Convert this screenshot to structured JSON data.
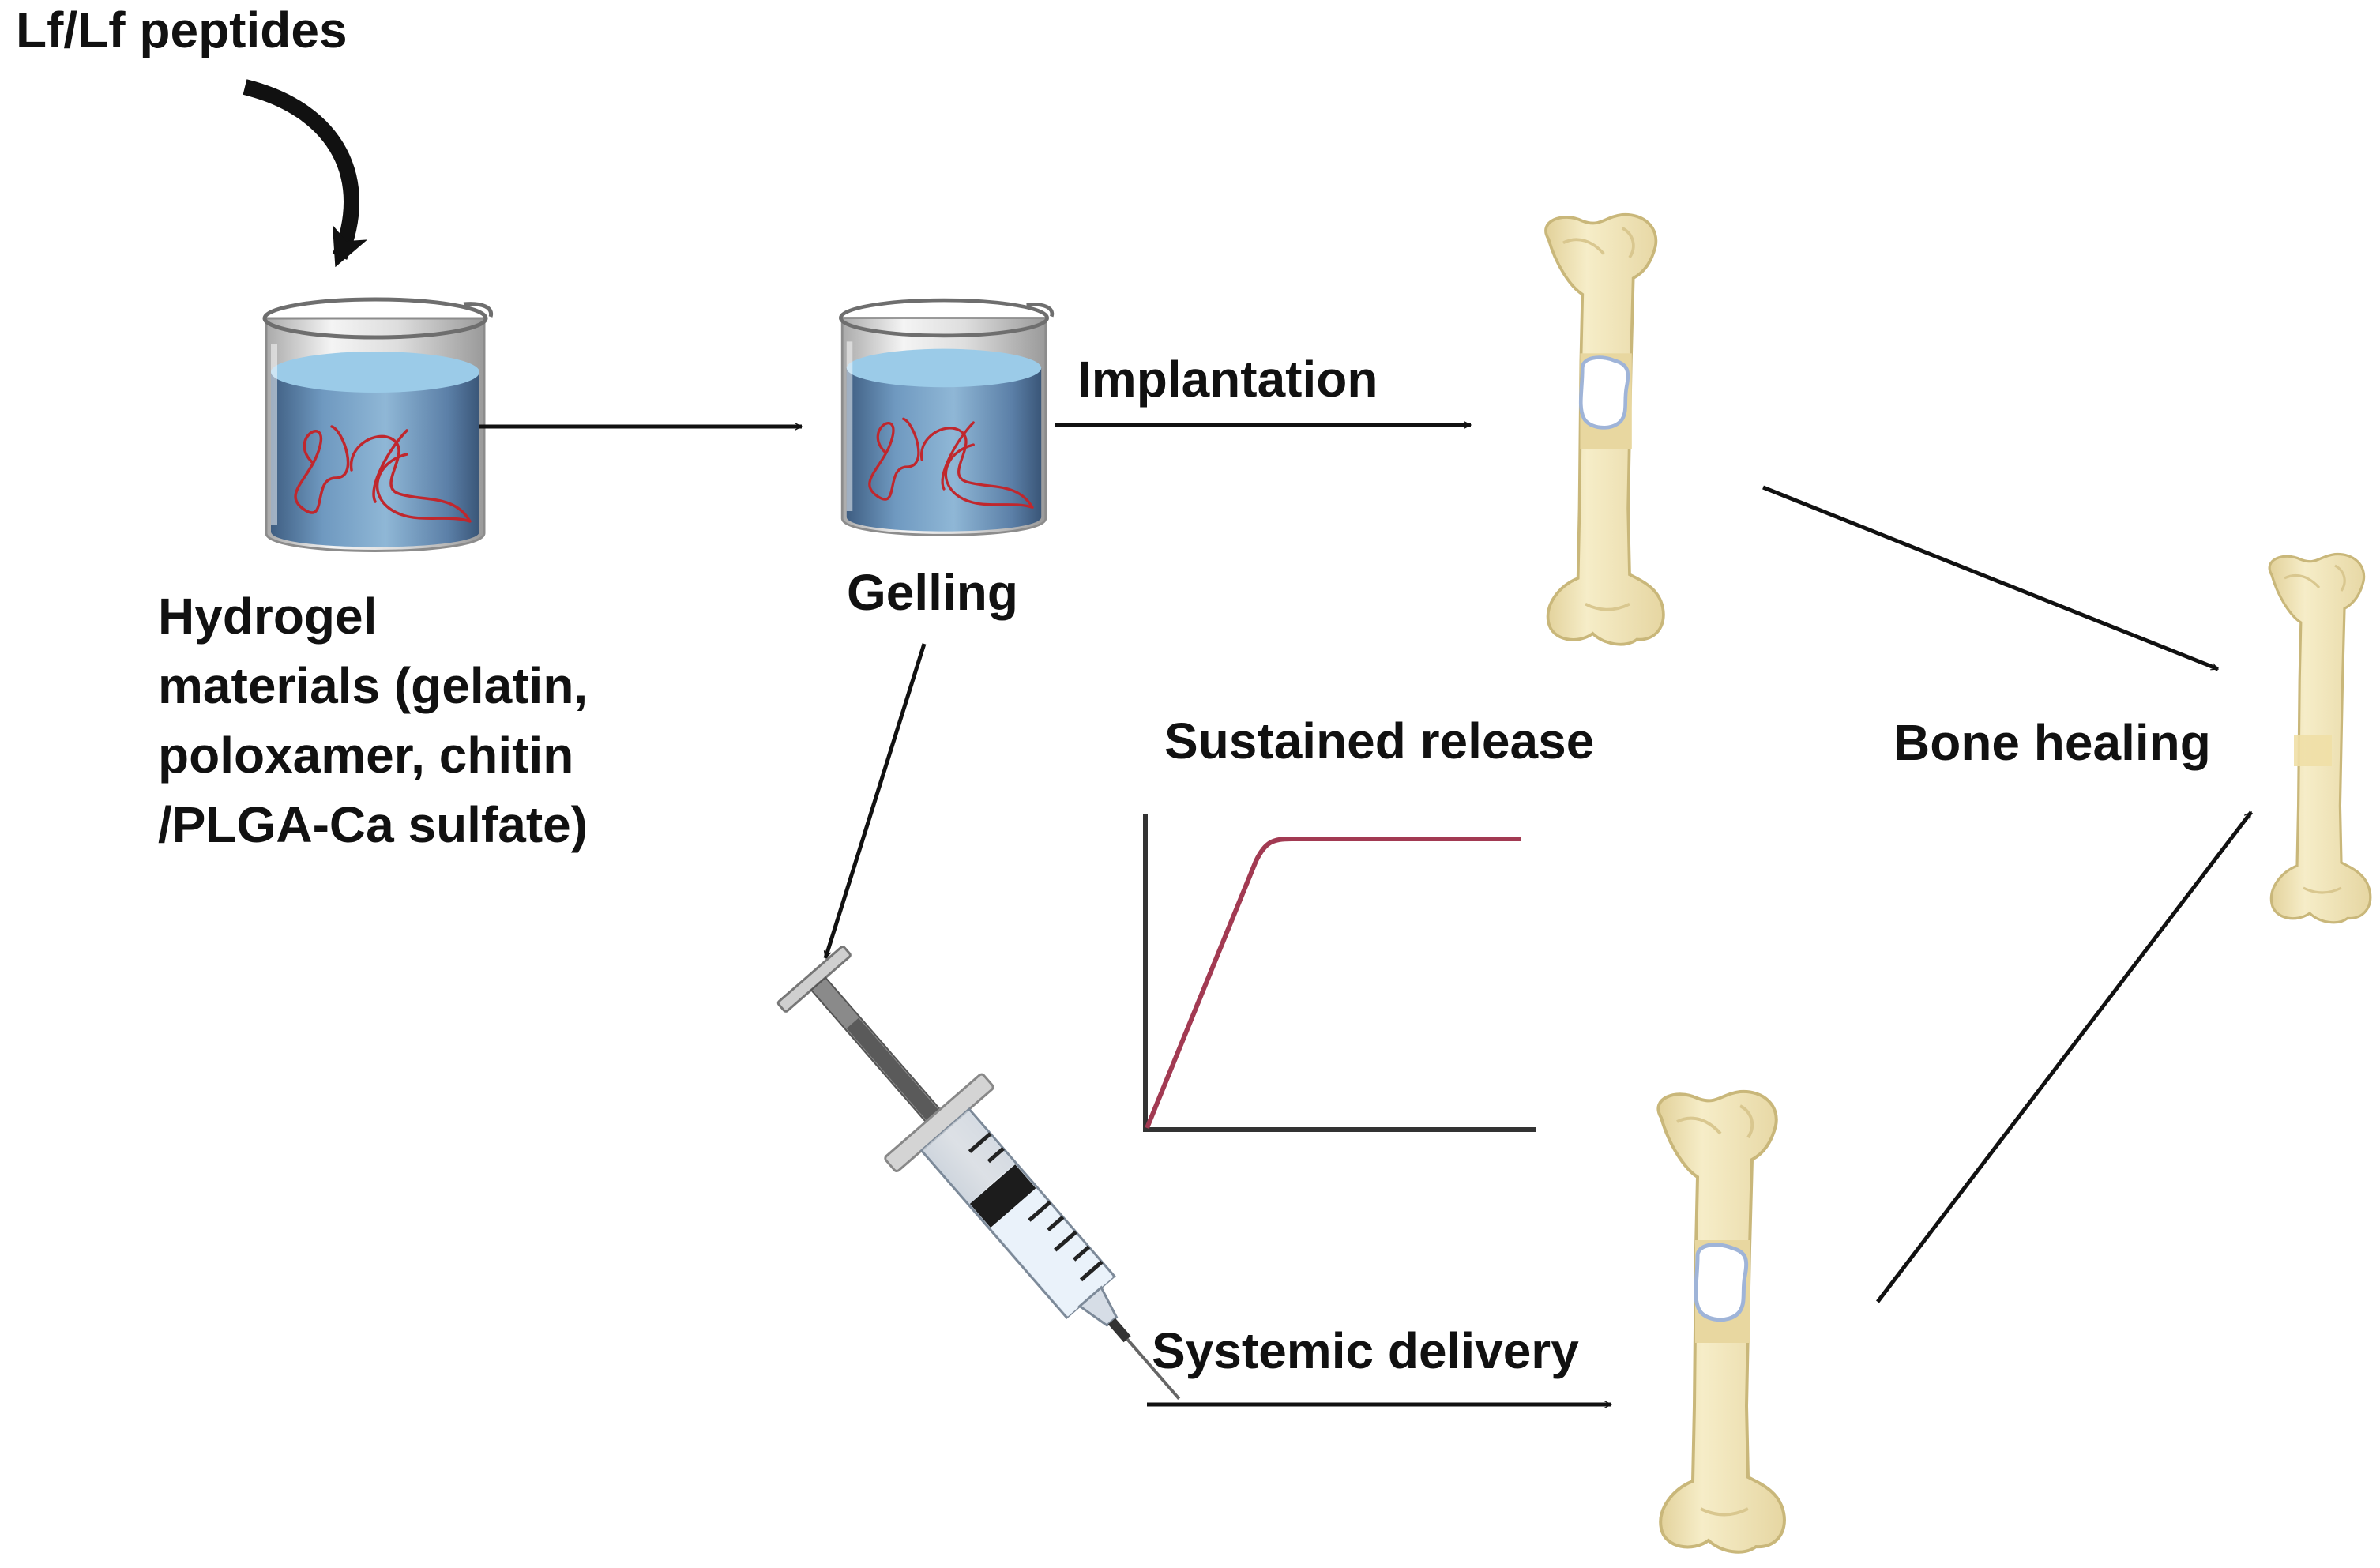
{
  "diagram": {
    "labels": {
      "peptides": "Lf/Lf peptides",
      "hydrogel_lines": [
        "Hydrogel",
        "materials (gelatin,",
        "poloxamer, chitin",
        "/PLGA-Ca sulfate)"
      ],
      "gelling": "Gelling",
      "implantation": "Implantation",
      "sustained_release": "Sustained release",
      "bone_healing": "Bone healing",
      "systemic_delivery": "Systemic delivery"
    },
    "colors": {
      "liquid": "#8fbfdc",
      "liquid_dark": "#3f5e82",
      "fiber": "#c0272d",
      "bone": "#efe3b4",
      "bone_outline": "#c9b77a",
      "defect": "#ffffff",
      "defect_outline": "#9fb4d8",
      "release_curve": "#a23a52",
      "arrow": "#111111"
    },
    "icons": [
      "beaker-icon",
      "syringe-icon",
      "femur-bone-icon",
      "curved-arrow-icon"
    ]
  }
}
